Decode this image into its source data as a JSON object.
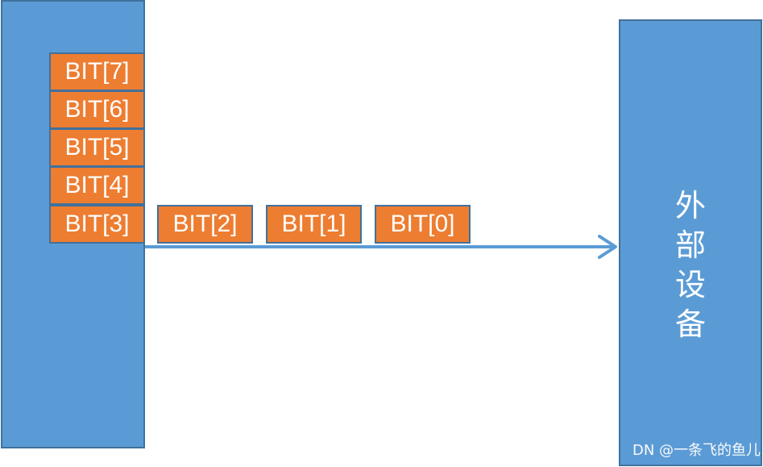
{
  "bits": [
    {
      "label": "BIT[7]"
    },
    {
      "label": "BIT[6]"
    },
    {
      "label": "BIT[5]"
    },
    {
      "label": "BIT[4]"
    },
    {
      "label": "BIT[3]"
    },
    {
      "label": "BIT[2]"
    },
    {
      "label": "BIT[1]"
    },
    {
      "label": "BIT[0]"
    }
  ],
  "device": {
    "chars": [
      "外",
      "部",
      "设",
      "备"
    ]
  },
  "watermark": {
    "text": "DN @一条飞的鱼儿"
  },
  "colors": {
    "block_fill": "#5b9bd5",
    "block_border": "#41719c",
    "bit_fill": "#ed7d31",
    "arrow": "#5b9bd5",
    "text": "#ffffff"
  },
  "icons": {
    "arrow": "arrow-right-icon"
  }
}
